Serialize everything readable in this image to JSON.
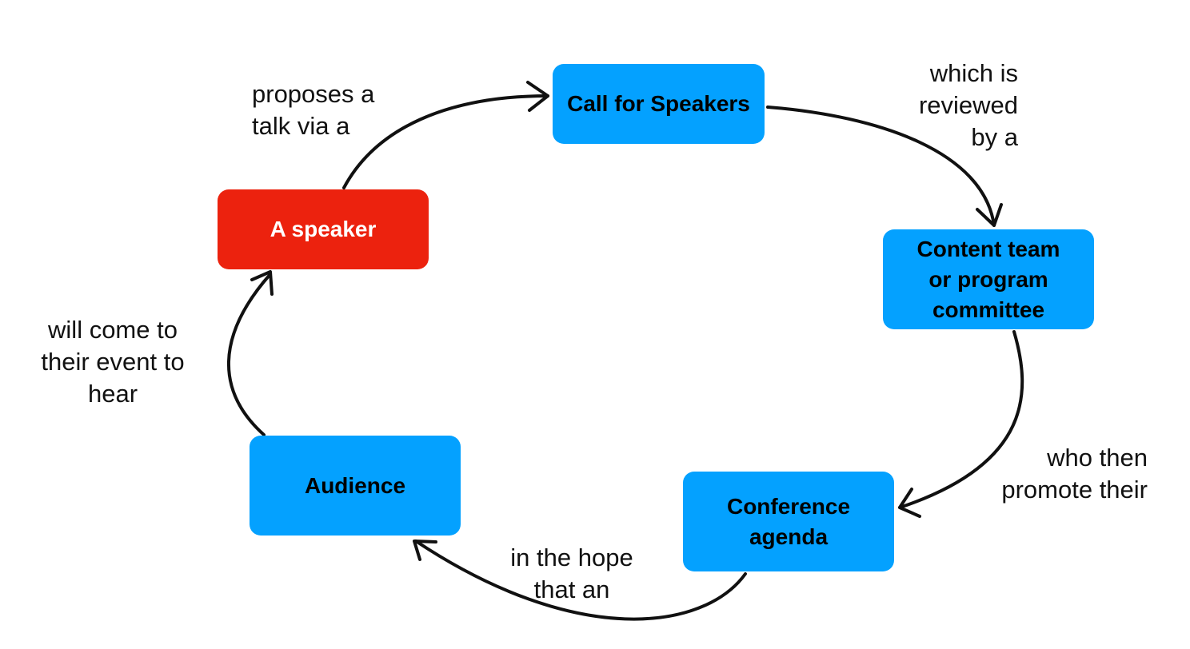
{
  "diagram": {
    "type": "cycle",
    "nodes": [
      {
        "id": "speaker",
        "label": "A speaker",
        "color": "#ec220e"
      },
      {
        "id": "cfs",
        "label": "Call for Speakers",
        "color": "#04a1ff"
      },
      {
        "id": "content",
        "label": "Content team or program committee",
        "lines": [
          "Content team",
          "or program",
          "committee"
        ],
        "color": "#04a1ff"
      },
      {
        "id": "agenda",
        "label": "Conference agenda",
        "lines": [
          "Conference",
          "agenda"
        ],
        "color": "#04a1ff"
      },
      {
        "id": "audience",
        "label": "Audience",
        "color": "#04a1ff"
      }
    ],
    "edges": [
      {
        "from": "speaker",
        "to": "cfs",
        "label_lines": [
          "proposes a",
          "talk via a"
        ]
      },
      {
        "from": "cfs",
        "to": "content",
        "label_lines": [
          "which is",
          "reviewed",
          "by a"
        ]
      },
      {
        "from": "content",
        "to": "agenda",
        "label_lines": [
          "who then",
          "promote their"
        ]
      },
      {
        "from": "agenda",
        "to": "audience",
        "label_lines": [
          "in the hope",
          "that an"
        ]
      },
      {
        "from": "audience",
        "to": "speaker",
        "label_lines": [
          "will come to",
          "their event to",
          "hear"
        ]
      }
    ]
  }
}
